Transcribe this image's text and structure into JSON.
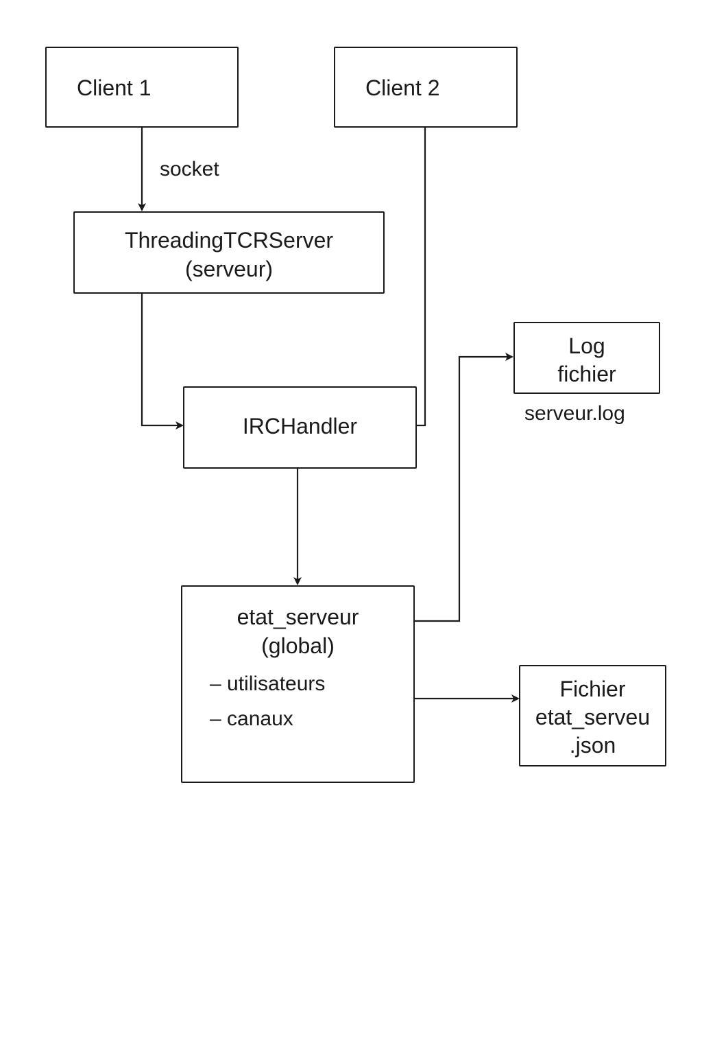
{
  "nodes": {
    "client1": {
      "label": "Client 1"
    },
    "client2": {
      "label": "Client 2"
    },
    "server": {
      "line1": "ThreadingTCRServer",
      "line2": "(serveur)"
    },
    "handler": {
      "label": "IRCHandler"
    },
    "state": {
      "line1": "etat_serveur",
      "line2": "(global)",
      "items": [
        "– utilisateurs",
        "– canaux"
      ]
    },
    "log": {
      "line1": "Log",
      "line2": "fichier"
    },
    "json_file": {
      "line1": "Fichier",
      "line2": "etat_serveu",
      "line3": ".json"
    }
  },
  "labels": {
    "socket": "socket",
    "log_filename": "serveur.log"
  },
  "colors": {
    "stroke": "#1a1a1a",
    "background": "#ffffff"
  }
}
